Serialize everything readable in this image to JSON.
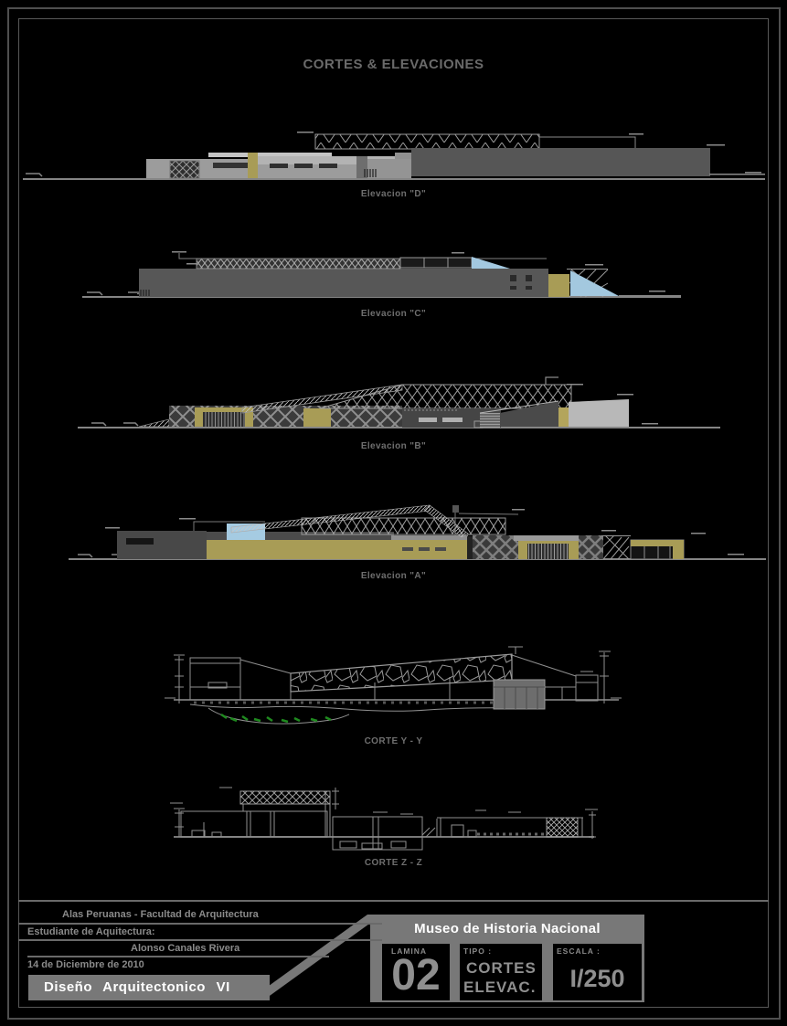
{
  "page": {
    "title": "CORTES & ELEVACIONES"
  },
  "drawings": [
    {
      "id": "elevation-d",
      "label": "Elevacion \"D\""
    },
    {
      "id": "elevation-c",
      "label": "Elevacion \"C\""
    },
    {
      "id": "elevation-b",
      "label": "Elevacion \"B\""
    },
    {
      "id": "elevation-a",
      "label": "Elevacion \"A\""
    },
    {
      "id": "corte-y",
      "label": "CORTE  Y - Y"
    },
    {
      "id": "corte-z",
      "label": "CORTE  Z - Z"
    }
  ],
  "title_block": {
    "university": "Alas Peruanas - Facultad de Arquitectura",
    "student_label": "Estudiante de Aquitectura:",
    "student_name": "Alonso Canales Rivera",
    "date": "14 de Diciembre de 2010",
    "course": "Diseño Arquitectonico VI",
    "project": "Museo de Historia Nacional",
    "lamina_label": "LAMINA",
    "lamina_number": "02",
    "tipo_label": "TIPO :",
    "tipo_value_line1": "CORTES",
    "tipo_value_line2": "ELEVAC.",
    "escala_label": "ESCALA :",
    "escala_value": "I/250"
  },
  "colors": {
    "background": "#000000",
    "frame_gray": "#585858",
    "building_dark_gray": "#565656",
    "building_light_gray": "#b8b8b8",
    "olive_accent": "#a89c56",
    "glass_blue": "#a5cbe2",
    "vegetation_green": "#1f8a1f",
    "title_block_gray": "#787878",
    "text_gray": "#8a8a8a"
  }
}
